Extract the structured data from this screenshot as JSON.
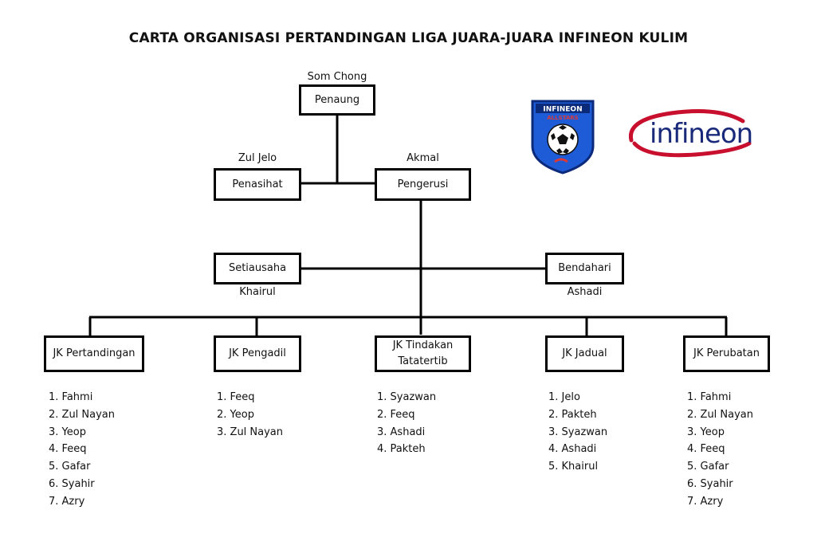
{
  "title": "CARTA ORGANISASI PERTANDINGAN LIGA JUARA-JUARA INFINEON KULIM",
  "penaung": {
    "role": "Penaung",
    "name": "Som Chong"
  },
  "penasihat": {
    "role": "Penasihat",
    "name": "Zul Jelo"
  },
  "pengerusi": {
    "role": "Pengerusi",
    "name": "Akmal"
  },
  "setiausaha": {
    "role": "Setiausaha",
    "name": "Khairul"
  },
  "bendahari": {
    "role": "Bendahari",
    "name": "Ashadi"
  },
  "committees": [
    {
      "label": "JK Pertandingan",
      "members": [
        "1. Fahmi",
        "2. Zul Nayan",
        "3. Yeop",
        "4. Feeq",
        "5. Gafar",
        "6. Syahir",
        "7. Azry"
      ]
    },
    {
      "label": "JK Pengadil",
      "members": [
        "1. Feeq",
        "2. Yeop",
        "3. Zul Nayan"
      ]
    },
    {
      "label_line1": "JK Tindakan",
      "label_line2": "Tatatertib",
      "members": [
        "1. Syazwan",
        "2. Feeq",
        "3. Ashadi",
        "4. Pakteh"
      ]
    },
    {
      "label": "JK Jadual",
      "members": [
        "1. Jelo",
        "2. Pakteh",
        "3. Syazwan",
        "4. Ashadi",
        "5. Khairul"
      ]
    },
    {
      "label": "JK Perubatan",
      "members": [
        "1. Fahmi",
        "2. Zul Nayan",
        "3. Yeop",
        "4. Feeq",
        "5. Gafar",
        "6. Syahir",
        "7. Azry"
      ]
    }
  ],
  "logos": {
    "allstars_badge_text": "INFINEON",
    "allstars_sub_text": "ALLSTARS",
    "brand_text": "infineon",
    "brand_color": "#1a2a7a",
    "swoosh_color": "#c8102e",
    "badge_color": "#1e5bd6"
  }
}
